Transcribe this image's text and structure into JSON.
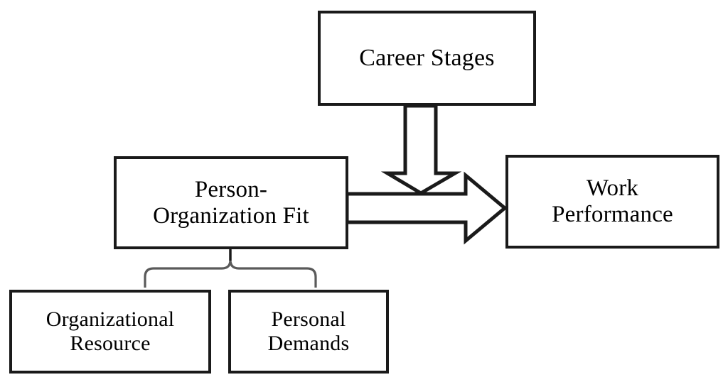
{
  "diagram": {
    "title": "Person-Organization Fit and Work Performance conceptual model",
    "type": "concept-model",
    "background_color": "#ffffff",
    "line_color": "#1a1a1a",
    "text_color": "#000000",
    "nodes": [
      {
        "id": "career-stages",
        "label": "Career Stages",
        "role": "moderator",
        "shape": "rectangle"
      },
      {
        "id": "person-organization-fit",
        "label": "Person-\nOrganization Fit",
        "role": "independent-variable",
        "shape": "rectangle"
      },
      {
        "id": "work-performance",
        "label": "Work\nPerformance",
        "role": "dependent-variable",
        "shape": "rectangle"
      },
      {
        "id": "organizational-resource",
        "label": "Organizational\nResource",
        "role": "dimension",
        "shape": "rectangle"
      },
      {
        "id": "personal-demands",
        "label": "Personal\nDemands",
        "role": "dimension",
        "shape": "rectangle"
      }
    ],
    "connectors": [
      {
        "id": "career-stages-moderates",
        "type": "block-arrow-down",
        "from": "career-stages",
        "to": "pof-to-work-performance-path",
        "label": ""
      },
      {
        "id": "pof-to-work-performance",
        "type": "block-arrow-right",
        "from": "person-organization-fit",
        "to": "work-performance",
        "label": ""
      },
      {
        "id": "pof-dimensions-brace",
        "type": "curly-brace",
        "from": "person-organization-fit",
        "to": "organizational-resource, personal-demands",
        "label": ""
      }
    ]
  }
}
